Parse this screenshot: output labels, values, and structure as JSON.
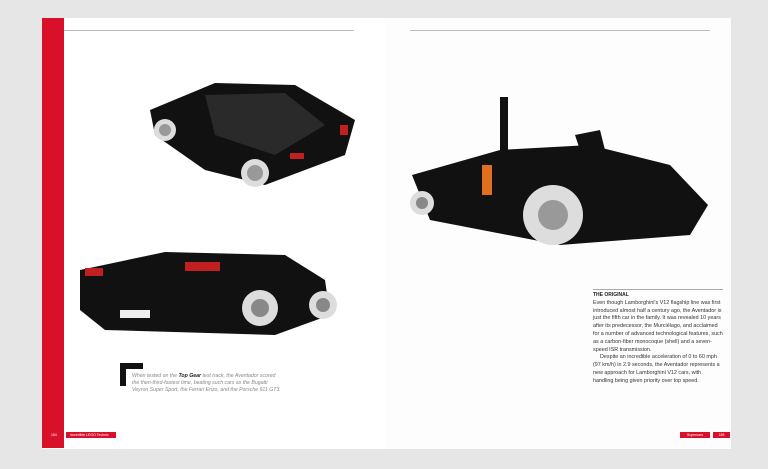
{
  "left_page": {
    "caption_pre": "When tested on the ",
    "caption_bold": "Top Gear",
    "caption_post": " test track, the Aventador scored the then-third-fastest time, beating such cars as the Bugatti Veyron Super Sport, the Ferrari Enzo, and the Porsche 911 GT3.",
    "footer_page": "184",
    "footer_title": "Incredible LEGO Technic"
  },
  "right_page": {
    "heading": "THE ORIGINAL",
    "para1": "Even though Lamborghini's V12 flagship line was first introduced almost half a century ago, the Aventador is just the fifth car in the family. It was revealed 10 years after its predecessor, the Murciélago, and acclaimed for a number of advanced technological features, such as a carbon-fiber monocoque (shell) and a seven-speed ISR transmission.",
    "para2": "Despite an incredible acceleration of 0 to 60 mph (97 km/h) in 2.9 seconds, the Aventador represents a new approach for Lamborghini V12 cars, with handling being given priority over top speed.",
    "footer_section": "Supercars",
    "footer_page": "185"
  },
  "colors": {
    "accent": "#d9102a"
  }
}
